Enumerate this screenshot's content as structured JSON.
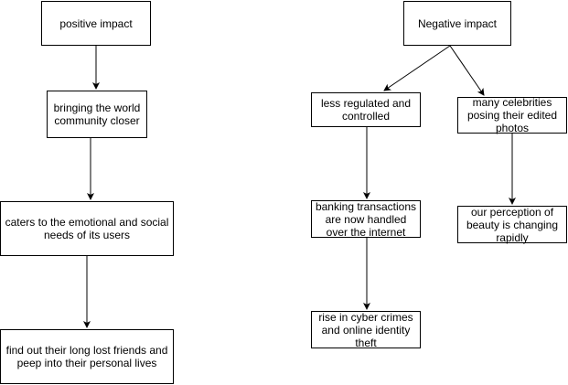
{
  "nodes": {
    "positive_impact": "positive impact",
    "bringing_world_closer": "bringing the world community closer",
    "caters_needs": "caters to the emotional and social needs of its users",
    "find_lost_friends": "find out their long lost friends and peep into their personal lives",
    "negative_impact": "Negative impact",
    "less_regulated": "less regulated and controlled",
    "celebrities_edited": "many celebrities posing their edited photos",
    "banking_transactions": "banking transactions are now handled over the internet",
    "perception_beauty": "our perception of beauty is changing rapidly",
    "cyber_crimes": "rise in cyber crimes and online identity theft"
  },
  "edges": [
    {
      "from": "positive_impact",
      "to": "bringing_world_closer"
    },
    {
      "from": "bringing_world_closer",
      "to": "caters_needs"
    },
    {
      "from": "caters_needs",
      "to": "find_lost_friends"
    },
    {
      "from": "negative_impact",
      "to": "less_regulated"
    },
    {
      "from": "negative_impact",
      "to": "celebrities_edited"
    },
    {
      "from": "less_regulated",
      "to": "banking_transactions"
    },
    {
      "from": "banking_transactions",
      "to": "cyber_crimes"
    },
    {
      "from": "celebrities_edited",
      "to": "perception_beauty"
    }
  ],
  "colors": {
    "stroke": "#000000",
    "fill": "#ffffff",
    "text": "#000000"
  }
}
